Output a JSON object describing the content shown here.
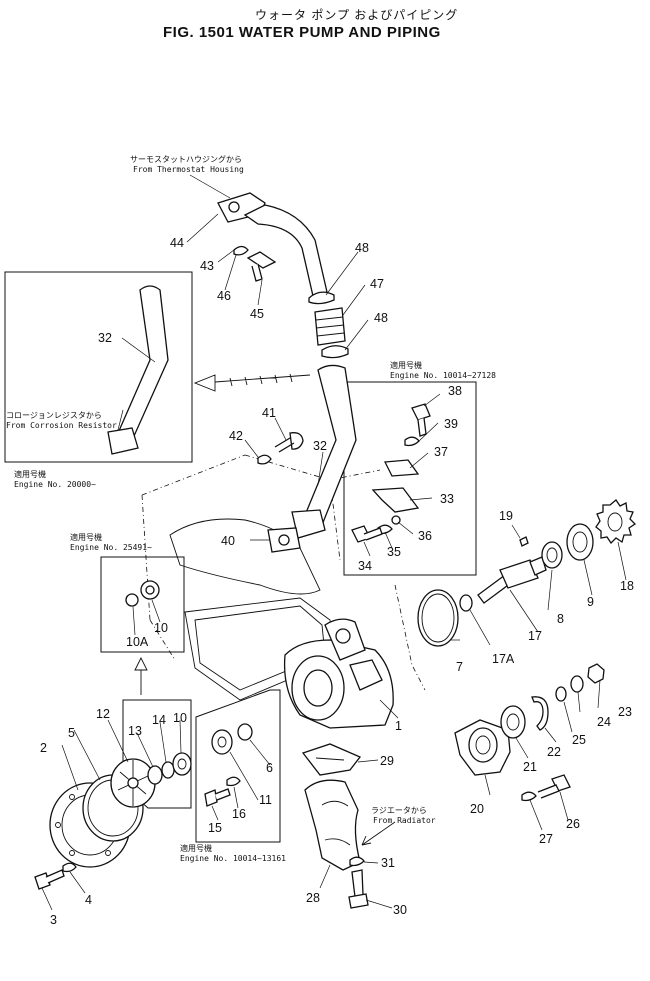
{
  "header": {
    "title_jp": "ウォータ ポンプ およびパイピング",
    "title": "FIG. 1501  WATER PUMP AND PIPING"
  },
  "notes": {
    "thermostat_jp": "サーモスタットハウジングから",
    "thermostat_en": "From  Thermostat  Housing",
    "corrosion_jp": "コロージョンレジスタから",
    "corrosion_en": "From  Corrosion  Resistor",
    "radiator_jp": "ラジエータから",
    "radiator_en": "From  Radiator",
    "applicable_jp": "適用号機",
    "engine_20000": "Engine  No.  20000~",
    "engine_25491": "Engine  No.  25491~",
    "engine_10014_27128": "Engine  No.  10014~27128",
    "engine_10014_13161": "Engine  No.  10014~13161"
  },
  "labels": {
    "p1": "1",
    "p2": "2",
    "p3": "3",
    "p4": "4",
    "p5": "5",
    "p6": "6",
    "p7": "7",
    "p8": "8",
    "p9": "9",
    "p10": "10",
    "p10b": "10",
    "p10a": "10A",
    "p11": "11",
    "p12": "12",
    "p13": "13",
    "p14": "14",
    "p15": "15",
    "p16": "16",
    "p17": "17",
    "p17a": "17A",
    "p18": "18",
    "p19": "19",
    "p20": "20",
    "p21": "21",
    "p22": "22",
    "p23": "23",
    "p24": "24",
    "p25": "25",
    "p26": "26",
    "p27": "27",
    "p28": "28",
    "p29": "29",
    "p30": "30",
    "p31": "31",
    "p32": "32",
    "p32b": "32",
    "p33": "33",
    "p34": "34",
    "p35": "35",
    "p36": "36",
    "p37": "37",
    "p38": "38",
    "p39": "39",
    "p40": "40",
    "p41": "41",
    "p42": "42",
    "p43": "43",
    "p44": "44",
    "p45": "45",
    "p46": "46",
    "p47": "47",
    "p48": "48",
    "p48b": "48"
  }
}
